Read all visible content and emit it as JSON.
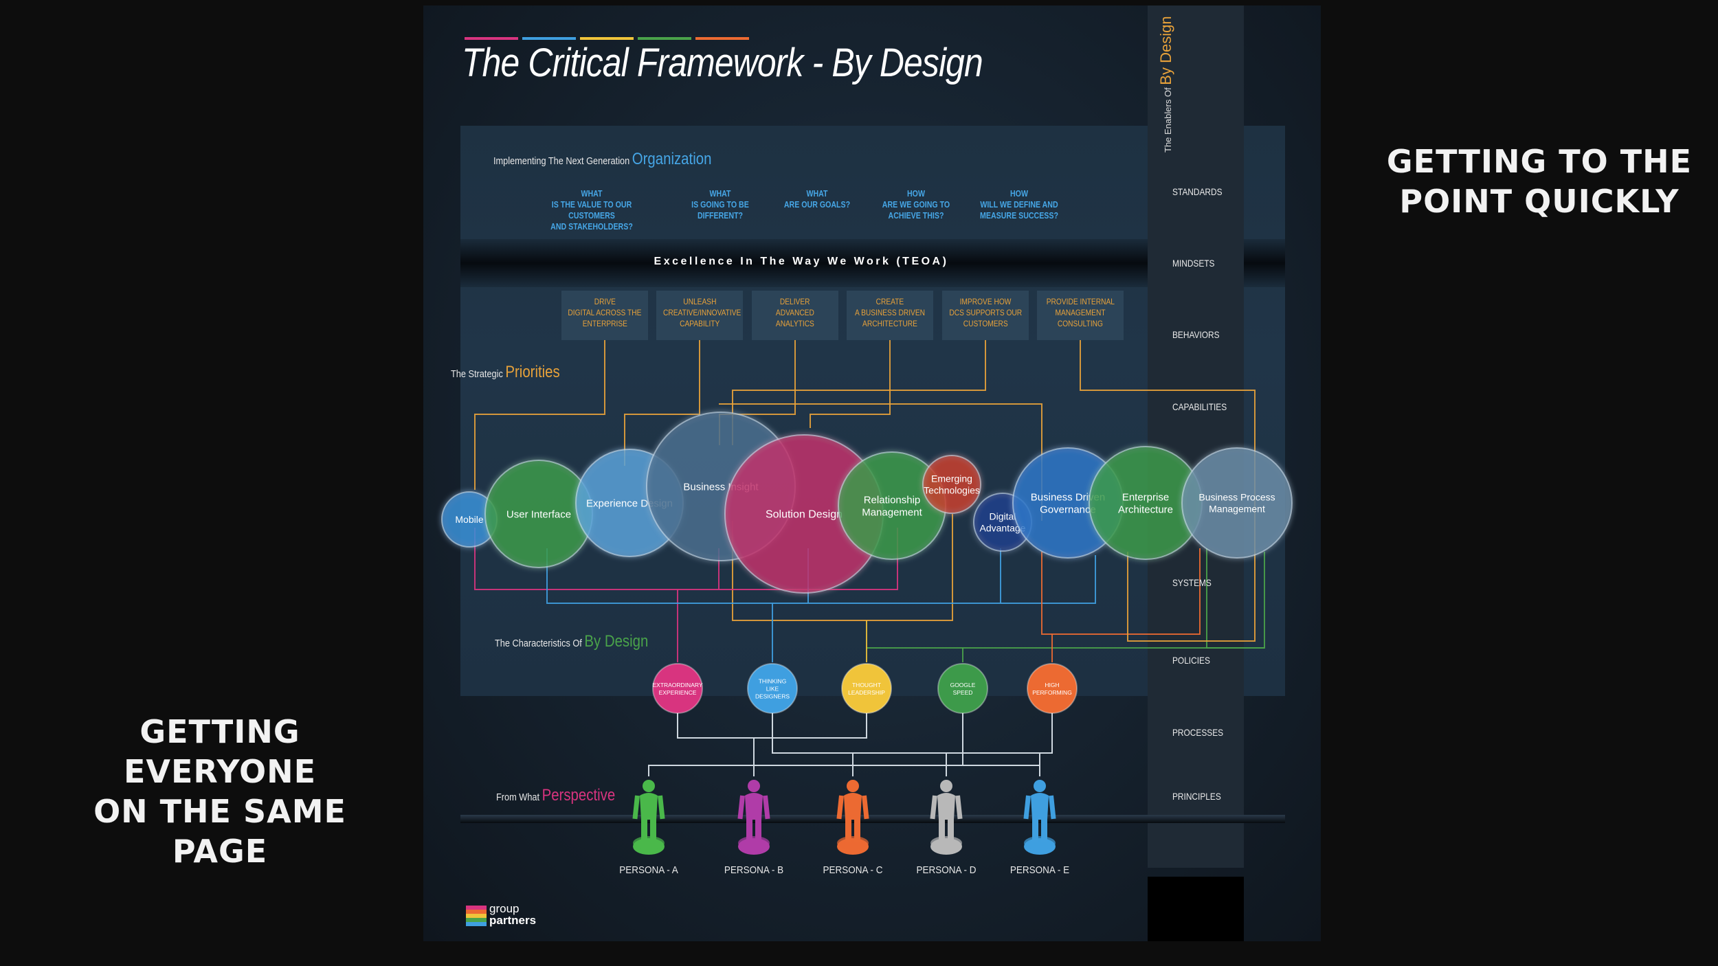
{
  "captions": {
    "right": [
      "GETTING TO THE",
      "POINT QUICKLY"
    ],
    "left": [
      "GETTING EVERYONE",
      "ON THE SAME PAGE"
    ]
  },
  "poster": {
    "title": "The Critical Framework - By Design",
    "color_bars": [
      "#d8347f",
      "#3f9fe0",
      "#f0c43a",
      "#4aa34a",
      "#ec6a32"
    ],
    "organization": {
      "lead": "Implementing The Next Generation",
      "highlight": "Organization"
    },
    "questions": [
      [
        "WHAT",
        "IS THE VALUE TO OUR CUSTOMERS",
        "AND STAKEHOLDERS?"
      ],
      [
        "WHAT",
        "IS GOING TO BE",
        "DIFFERENT?"
      ],
      [
        "WHAT",
        "ARE OUR GOALS?"
      ],
      [
        "HOW",
        "ARE WE GOING TO",
        "ACHIEVE THIS?"
      ],
      [
        "HOW",
        "WILL WE DEFINE AND",
        "MEASURE SUCCESS?"
      ]
    ],
    "teoa": "Excellence In The Way We Work (TEOA)",
    "priorities_label": {
      "lead": "The Strategic",
      "highlight": "Priorities"
    },
    "priorities": [
      [
        "DRIVE",
        "DIGITAL ACROSS THE",
        "ENTERPRISE"
      ],
      [
        "UNLEASH",
        "CREATIVE/INNOVATIVE",
        "CAPABILITY"
      ],
      [
        "DELIVER",
        "ADVANCED",
        "ANALYTICS"
      ],
      [
        "CREATE",
        "A BUSINESS DRIVEN",
        "ARCHITECTURE"
      ],
      [
        "IMPROVE HOW",
        "DCS SUPPORTS OUR",
        "CUSTOMERS"
      ],
      [
        "PROVIDE INTERNAL",
        "MANAGEMENT",
        "CONSULTING"
      ]
    ],
    "capability_circles": [
      {
        "label": [
          "Mobile"
        ],
        "color": "#3a8fd6"
      },
      {
        "label": [
          "User Interface"
        ],
        "color": "#3d9a4a"
      },
      {
        "label": [
          "Experience Design"
        ],
        "color": "#5aa2d8"
      },
      {
        "label": [
          "Business Insight"
        ],
        "color": "#4b6e8e"
      },
      {
        "label": [
          "Solution Design"
        ],
        "color": "#c0306a"
      },
      {
        "label": [
          "Relationship",
          "Management"
        ],
        "color": "#3d9a4a"
      },
      {
        "label": [
          "Emerging",
          "Technologies"
        ],
        "color": "#c8402e"
      },
      {
        "label": [
          "Digital",
          "Advantage"
        ],
        "color": "#1e3f8a"
      },
      {
        "label": [
          "Business Driven",
          "Governance"
        ],
        "color": "#2e78c8"
      },
      {
        "label": [
          "Enterprise",
          "Architecture"
        ],
        "color": "#3d9a4a"
      },
      {
        "label": [
          "Business Process",
          "Management"
        ],
        "color": "#6a8ca8"
      }
    ],
    "characteristics_label": {
      "lead": "The Characteristics Of",
      "highlight": "By Design"
    },
    "characteristics": [
      {
        "label": [
          "EXTRAORDINARY",
          "EXPERIENCE"
        ],
        "color": "#d8347f"
      },
      {
        "label": [
          "THINKING",
          "LIKE",
          "DESIGNERS"
        ],
        "color": "#3f9fe0"
      },
      {
        "label": [
          "THOUGHT",
          "LEADERSHIP"
        ],
        "color": "#f0c43a"
      },
      {
        "label": [
          "GOOGLE",
          "SPEED"
        ],
        "color": "#3d9a4a"
      },
      {
        "label": [
          "HIGH",
          "PERFORMING"
        ],
        "color": "#ec6a32"
      }
    ],
    "perspective_label": {
      "lead": "From What",
      "highlight": "Perspective"
    },
    "personas": [
      {
        "name": "PERSONA - A",
        "color": "#4ab84a"
      },
      {
        "name": "PERSONA - B",
        "color": "#b03ca8"
      },
      {
        "name": "PERSONA - C",
        "color": "#ec6a32"
      },
      {
        "name": "PERSONA - D",
        "color": "#b8b8b8"
      },
      {
        "name": "PERSONA - E",
        "color": "#3f9fe0"
      }
    ],
    "enablers": {
      "lead": "The Enablers Of",
      "highlight": "By Design",
      "items": [
        "STANDARDS",
        "MINDSETS",
        "BEHAVIORS",
        "CAPABILITIES",
        "SYSTEMS",
        "POLICIES",
        "PROCESSES",
        "PRINCIPLES"
      ]
    },
    "logo": {
      "line1": "group",
      "line2": "partners"
    }
  }
}
